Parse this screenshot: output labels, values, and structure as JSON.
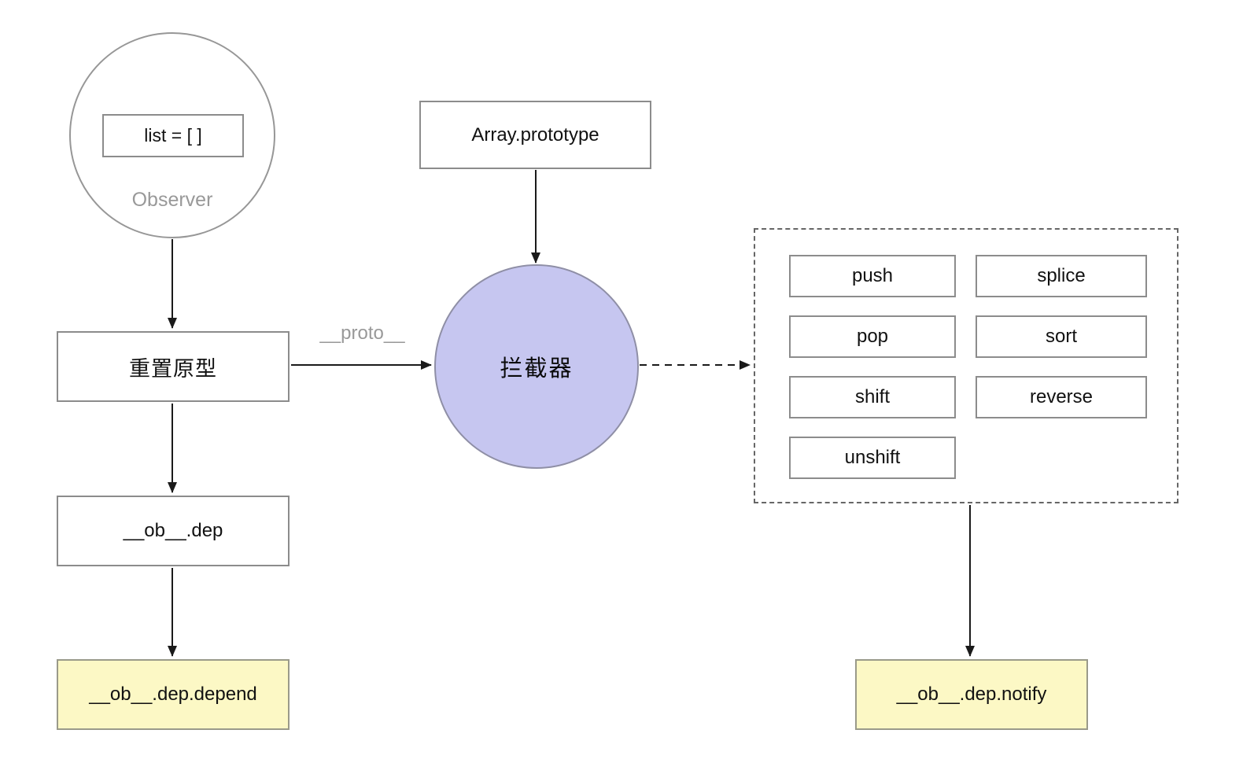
{
  "observer": {
    "label": "Observer",
    "list_label": "list = [ ]"
  },
  "nodes": {
    "reset_prototype": "重置原型",
    "array_prototype": "Array.prototype",
    "interceptor": "拦截器",
    "ob_dep": "__ob__.dep",
    "ob_dep_depend": "__ob__.dep.depend",
    "ob_dep_notify": "__ob__.dep.notify"
  },
  "edge_labels": {
    "proto": "__proto__"
  },
  "methods": [
    "push",
    "splice",
    "pop",
    "sort",
    "shift",
    "reverse",
    "unshift"
  ],
  "colors": {
    "interceptor_fill": "#c6c6f0",
    "highlight_fill": "#fcf8c5",
    "border_gray": "#8c8c8c",
    "label_gray": "#999999"
  }
}
